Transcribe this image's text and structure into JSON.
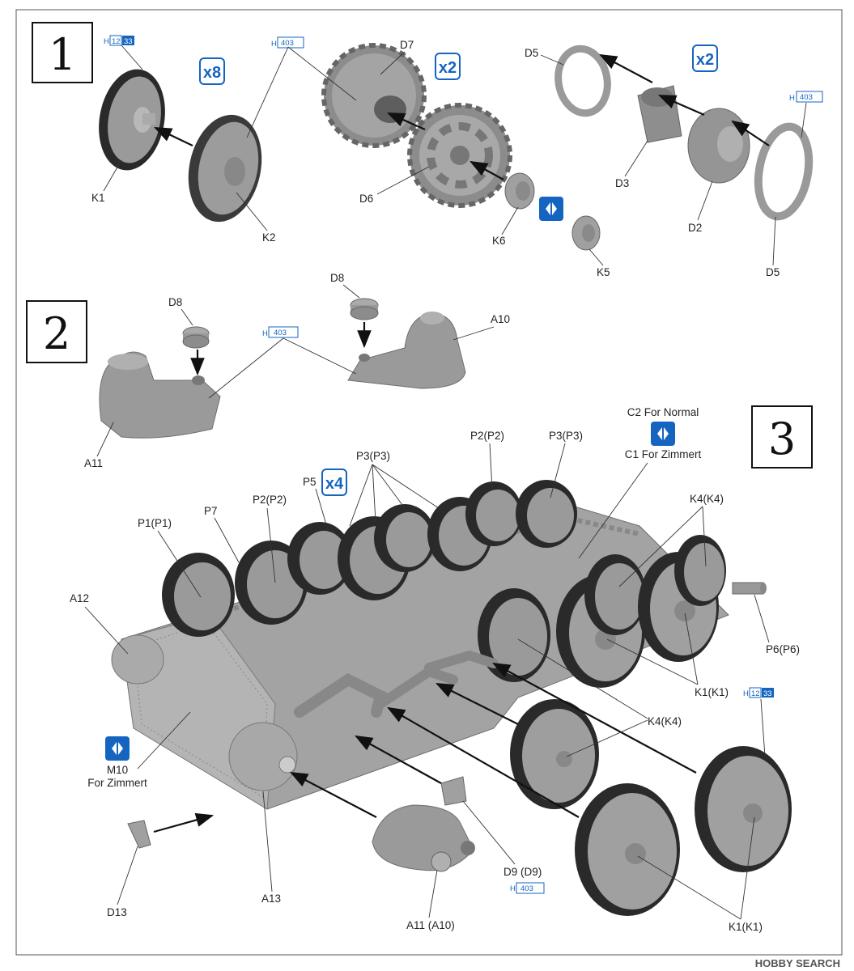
{
  "steps": [
    "1",
    "2",
    "3"
  ],
  "step1": {
    "qty_a": "x8",
    "qty_b": "x2",
    "qty_c": "x2",
    "paint_k1": {
      "letter": "H",
      "code1": "12",
      "code2": "33"
    },
    "paint_k2": {
      "letter": "H",
      "code": "403"
    },
    "paint_d5": {
      "letter": "H",
      "code": "403"
    },
    "labels": {
      "k1": "K1",
      "k2": "K2",
      "d7": "D7",
      "d6": "D6",
      "k6": "K6",
      "k5": "K5",
      "d5_top": "D5",
      "d3": "D3",
      "d2": "D2",
      "d5_bottom": "D5"
    }
  },
  "step2": {
    "paint": {
      "letter": "H",
      "code": "403"
    },
    "labels": {
      "d8_left": "D8",
      "d8_right": "D8",
      "a10": "A10",
      "a11": "A11"
    }
  },
  "step3": {
    "qty_p5": "x4",
    "paint_k1": {
      "letter": "H",
      "code1": "12",
      "code2": "33"
    },
    "paint_d9": {
      "letter": "H",
      "code": "403"
    },
    "option_c": {
      "normal": "C2 For Normal",
      "zimmert": "C1 For Zimmert"
    },
    "option_m10": {
      "part": "M10",
      "zimmert": "For Zimmert"
    },
    "labels": {
      "p2_top": "P2(P2)",
      "p3_top": "P3(P3)",
      "p3_mid": "P3(P3)",
      "p5": "P5",
      "p1": "P1(P1)",
      "p7": "P7",
      "p2_left": "P2(P2)",
      "k4_top": "K4(K4)",
      "a12": "A12",
      "p6": "P6(P6)",
      "k1_mid": "K1(K1)",
      "k4_bottom": "K4(K4)",
      "d9": "D9 (D9)",
      "d13": "D13",
      "a13": "A13",
      "a11": "A11 (A10)",
      "k1_bottom": "K1(K1)"
    }
  },
  "watermark": "HOBBY SEARCH",
  "colors": {
    "part": "#9a9a9a",
    "part_light": "#b8b8b8",
    "part_dark": "#6f6f6f",
    "tire": "#2a2a2a",
    "accent": "#1565c0",
    "frame": "#555555"
  }
}
